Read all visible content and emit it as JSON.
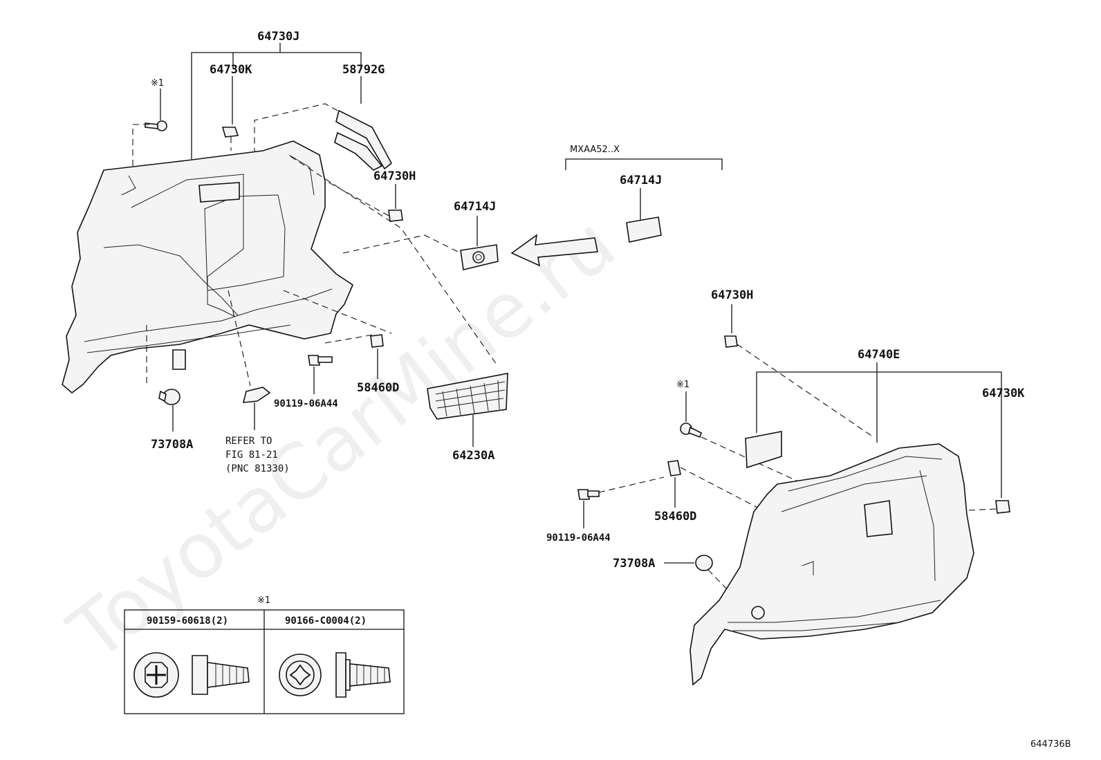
{
  "watermark": "ToyotaCarMine.ru",
  "figure_code": "644736B",
  "note_mark": "※1",
  "variant_label": "MXAA52..X",
  "labels": {
    "group_upper": "64730J",
    "clip_k_left": "64730K",
    "hook": "58792G",
    "clip_h_left": "64730H",
    "cover_left": "64714J",
    "cover_variant": "64714J",
    "bolt_left": "90119-06A44",
    "nut_left": "58460D",
    "clip_a_left": "73708A",
    "net": "64230A",
    "clip_h_right": "64730H",
    "group_right": "64740E",
    "clip_k_right": "64730K",
    "nut_right": "58460D",
    "bolt_right": "90119-06A44",
    "clip_a_right": "73708A"
  },
  "refer_note": [
    "REFER TO",
    "FIG 81-21",
    "(PNC 81330)"
  ],
  "fastener_table": {
    "col1": "90159-60618(2)",
    "col2": "90166-C0004(2)"
  },
  "icons": [
    "phillips-screw-icon",
    "torx-screw-icon",
    "direction-arrow-icon"
  ]
}
